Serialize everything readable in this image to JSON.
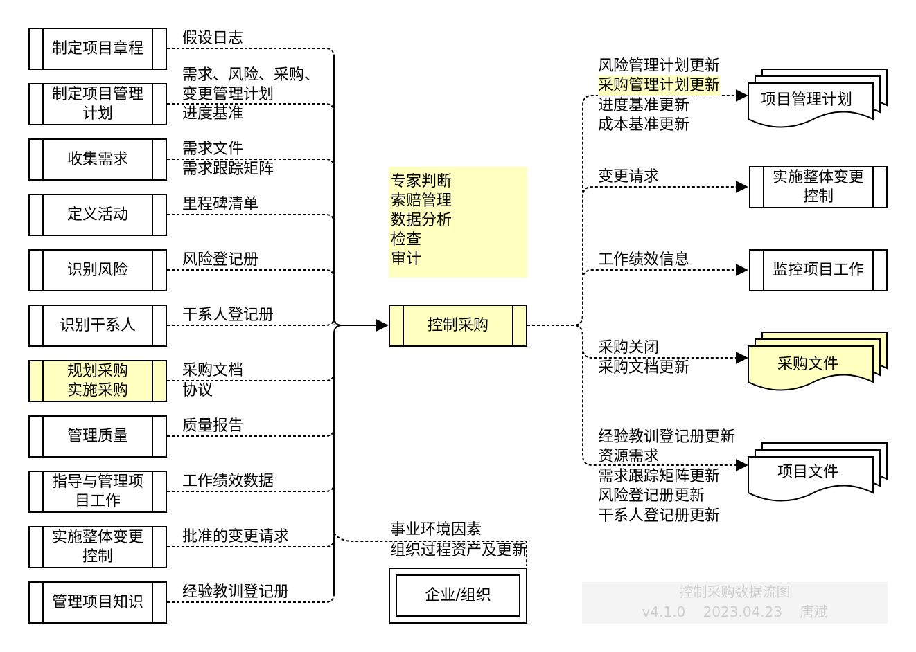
{
  "inputs": [
    {
      "name": "制定项目章程",
      "labels": [
        "假设日志"
      ]
    },
    {
      "name": "制定项目管理\n计划",
      "labels": [
        "需求、风险、采购、",
        "变更管理计划",
        "进度基准"
      ]
    },
    {
      "name": "收集需求",
      "labels": [
        "需求文件",
        "需求跟踪矩阵"
      ]
    },
    {
      "name": "定义活动",
      "labels": [
        "里程碑清单"
      ]
    },
    {
      "name": "识别风险",
      "labels": [
        "风险登记册"
      ]
    },
    {
      "name": "识别干系人",
      "labels": [
        "干系人登记册"
      ]
    },
    {
      "name": "规划采购\n实施采购",
      "labels": [
        "采购文档",
        "协议"
      ]
    },
    {
      "name": "管理质量",
      "labels": [
        "质量报告"
      ]
    },
    {
      "name": "指导与管理项\n目工作",
      "labels": [
        "工作绩效数据"
      ]
    },
    {
      "name": "实施整体变更\n控制",
      "labels": [
        "批准的变更请求"
      ]
    },
    {
      "name": "管理项目知识",
      "labels": [
        "经验教训登记册"
      ]
    }
  ],
  "tools": [
    "专家判断",
    "索赔管理",
    "数据分析",
    "检查",
    "审计"
  ],
  "process": "控制采购",
  "enterprise": {
    "name": "企业/组织",
    "labels": [
      "事业环境因素",
      "组织过程资产及更新"
    ]
  },
  "outputs": [
    {
      "name": "项目管理计划",
      "labels": [
        "风险管理计划更新",
        "采购管理计划更新",
        "进度基准更新",
        "成本基准更新"
      ]
    },
    {
      "name": "实施整体变更\n控制",
      "labels": [
        "变更请求"
      ]
    },
    {
      "name": "监控项目工作",
      "labels": [
        "工作绩效信息"
      ]
    },
    {
      "name": "采购文件",
      "labels": [
        "采购关闭",
        "采购文档更新"
      ]
    },
    {
      "name": "项目文件",
      "labels": [
        "经验教训登记册更新",
        "资源需求",
        "需求跟踪矩阵更新",
        "风险登记册更新",
        "干系人登记册更新"
      ]
    }
  ],
  "legend": {
    "title": "控制采购数据流图",
    "version": "v4.1.0    2023.04.23    唐斌"
  },
  "colors": {
    "highlight": "#ffffc0",
    "line": "#000000",
    "legend_text": "#cfcfcf"
  }
}
